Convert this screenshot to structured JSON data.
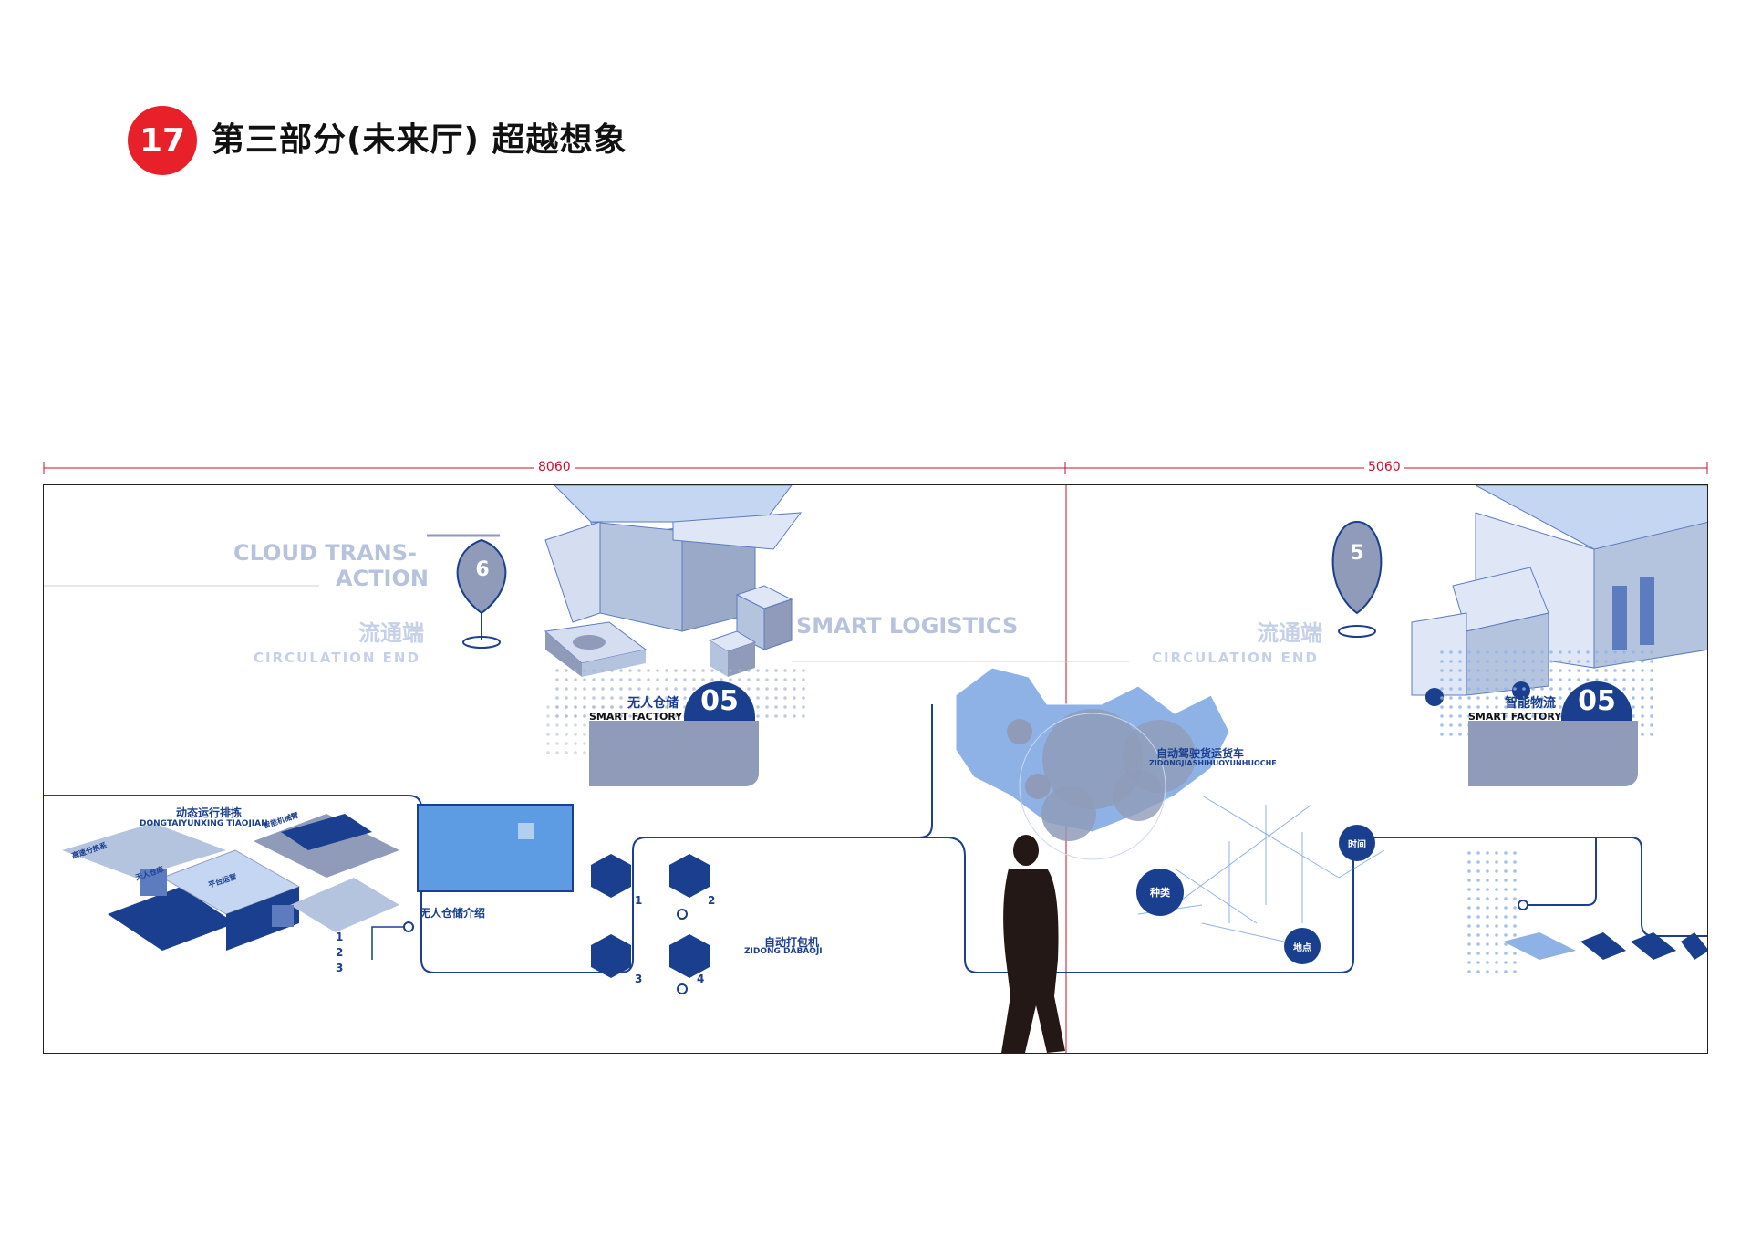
{
  "page": {
    "number": "17",
    "title": "第三部分(未来厅) 超越想象"
  },
  "dimensions": {
    "left_width": "8060",
    "right_width": "5060"
  },
  "left_panel": {
    "ghost_title_line1": "CLOUD TRANS-",
    "ghost_title_line2": "ACTION",
    "pin_number": "6",
    "cn_heading": "流通端",
    "en_heading": "CIRCULATION END",
    "module_dynamic": {
      "title": "动态运行排拣",
      "subtitle": "DONGTAIYUNXING TIAOJIAN",
      "labels": [
        "高速分拣系",
        "智能机械臂",
        "无人仓库",
        "平台运营"
      ],
      "steps": [
        "1",
        "2",
        "3"
      ]
    },
    "module_warehouse_intro": {
      "title": "无人仓储介绍"
    },
    "module_smart_factory": {
      "cn_title": "无人仓储",
      "en_title": "SMART FACTORY",
      "number": "05",
      "steps": [
        "1",
        "2",
        "3",
        "4"
      ]
    },
    "module_packer": {
      "title": "自动打包机",
      "subtitle": "ZIDONG DABAOJI"
    }
  },
  "right_panel": {
    "ghost_title": "SMART LOGISTICS",
    "pin_number": "5",
    "cn_heading": "流通端",
    "en_heading": "CIRCULATION END",
    "truck_module": {
      "title": "自动驾驶货运货车",
      "subtitle": "ZIDONGJIASHIHUOYUNHUOCHE",
      "nodes": [
        "种类",
        "时间",
        "地点"
      ]
    },
    "logistics_module": {
      "cn_title": "智能物流",
      "en_title": "SMART FACTORY",
      "number": "05"
    }
  },
  "colors": {
    "navy": "#1b3f8f",
    "light_blue": "#b7c9ea",
    "grey_blue": "#8f9bb8",
    "red": "#e8202a"
  }
}
